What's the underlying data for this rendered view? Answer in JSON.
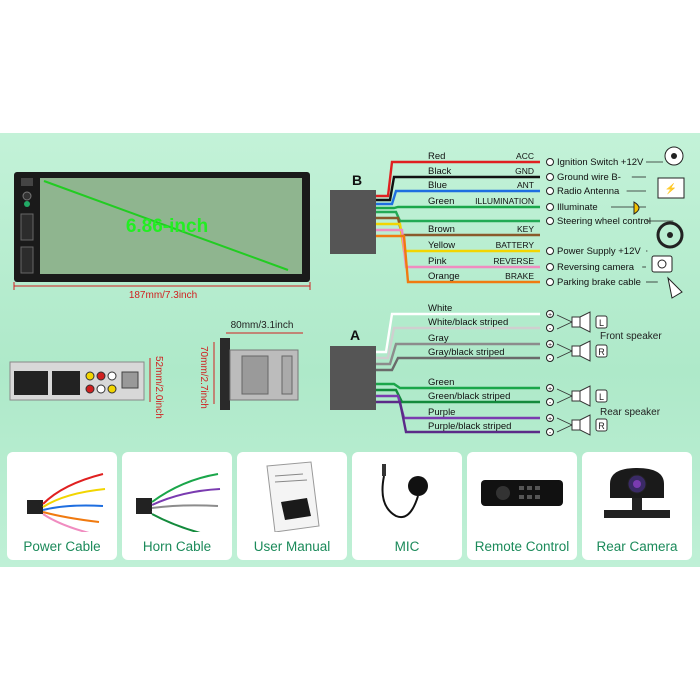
{
  "head_unit": {
    "screen_size": "6.86-inch",
    "width_dim": "187mm/7.3inch",
    "side_width_dim": "80mm/3.1inch",
    "side_height_dim": "70mm/2.7inch",
    "back_height_dim": "52mm/2.0inch"
  },
  "harness_b": {
    "label": "B",
    "wires": [
      {
        "color_name": "Red",
        "function": "ACC",
        "hex": "#e02020",
        "target": "Ignition Switch +12V"
      },
      {
        "color_name": "Black",
        "function": "GND",
        "hex": "#111111",
        "target": "Ground wire B-"
      },
      {
        "color_name": "Blue",
        "function": "ANT",
        "hex": "#1e6ee0",
        "target": "Radio Antenna"
      },
      {
        "color_name": "Green",
        "function": "ILLUMINATION",
        "hex": "#1aa64a",
        "target": "Illuminate"
      },
      {
        "color_name": "",
        "function": "",
        "hex": "#22aa55",
        "target": "Steering wheel control"
      },
      {
        "color_name": "Brown",
        "function": "KEY",
        "hex": "#8a5a2b",
        "target": ""
      },
      {
        "color_name": "Yellow",
        "function": "BATTERY",
        "hex": "#f2d500",
        "target": "Power Supply +12V"
      },
      {
        "color_name": "Pink",
        "function": "REVERSE",
        "hex": "#f08cc0",
        "target": "Reversing camera"
      },
      {
        "color_name": "Orange",
        "function": "BRAKE",
        "hex": "#f07a10",
        "target": "Parking brake cable"
      }
    ]
  },
  "harness_a": {
    "label": "A",
    "front_speaker": "Front speaker",
    "rear_speaker": "Rear speaker",
    "wires": [
      {
        "color_name": "White",
        "hex": "#ffffff",
        "pol": "+"
      },
      {
        "color_name": "White/black striped",
        "hex": "#cfcfcf",
        "pol": "-"
      },
      {
        "color_name": "Gray",
        "hex": "#8c8c8c",
        "pol": "+"
      },
      {
        "color_name": "Gray/black striped",
        "hex": "#6a6a6a",
        "pol": "-"
      },
      {
        "color_name": "Green",
        "hex": "#1aa64a",
        "pol": "+"
      },
      {
        "color_name": "Green/black striped",
        "hex": "#138a3c",
        "pol": "-"
      },
      {
        "color_name": "Purple",
        "hex": "#7a3bb0",
        "pol": "+"
      },
      {
        "color_name": "Purple/black striped",
        "hex": "#5b2a88",
        "pol": "-"
      }
    ],
    "speaker_channels": [
      "L",
      "R",
      "L",
      "R"
    ]
  },
  "accessories": [
    {
      "label": "Power Cable",
      "icon": "power-cable-icon"
    },
    {
      "label": "Horn Cable",
      "icon": "horn-cable-icon"
    },
    {
      "label": "User Manual",
      "icon": "user-manual-icon"
    },
    {
      "label": "MIC",
      "icon": "microphone-icon"
    },
    {
      "label": "Remote Control",
      "icon": "remote-control-icon"
    },
    {
      "label": "Rear Camera",
      "icon": "rear-camera-icon"
    }
  ],
  "colors": {
    "accent_green": "#1b8a5a",
    "screen_fill": "#8fb58f",
    "dim_red": "#d02020",
    "connector": "#555555"
  }
}
